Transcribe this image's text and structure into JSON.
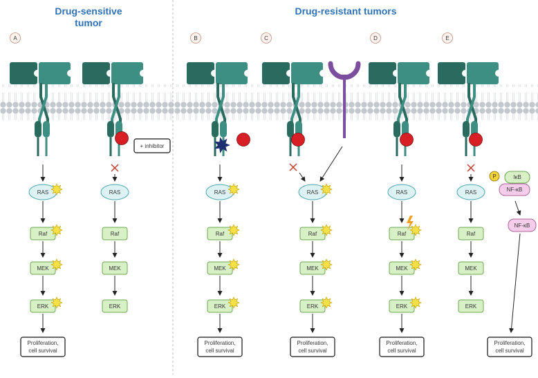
{
  "headers": {
    "sensitive": [
      "Drug-sensitive",
      "tumor"
    ],
    "resistant": "Drug-resistant tumors"
  },
  "panel_letters": [
    "A",
    "B",
    "C",
    "D",
    "E"
  ],
  "cascade": {
    "ras": "RAS",
    "raf": "Raf",
    "mek": "MEK",
    "erk": "ERK"
  },
  "inhibitor_label": "+ inhibitor",
  "output_label": [
    "Proliferation,",
    "cell survival"
  ],
  "nfkb": {
    "p": "P",
    "ikb": "IκB",
    "nfkb": "NF-κB"
  },
  "colors": {
    "header": "#2f72b5",
    "receptor_dark": "#2a6b5f",
    "receptor_light": "#3d8f83",
    "membrane": "#c8cdd2",
    "drug": "#d91f26",
    "mutation": "#1d2f6f",
    "other_receptor": "#7c4f9e",
    "active_star": "#f5e04a",
    "lightning": "#f0a020",
    "cascade_box": "#d8f0c6",
    "ras_ellipse": "#ddf3f3",
    "nfkb_box": "#f4cdea"
  }
}
